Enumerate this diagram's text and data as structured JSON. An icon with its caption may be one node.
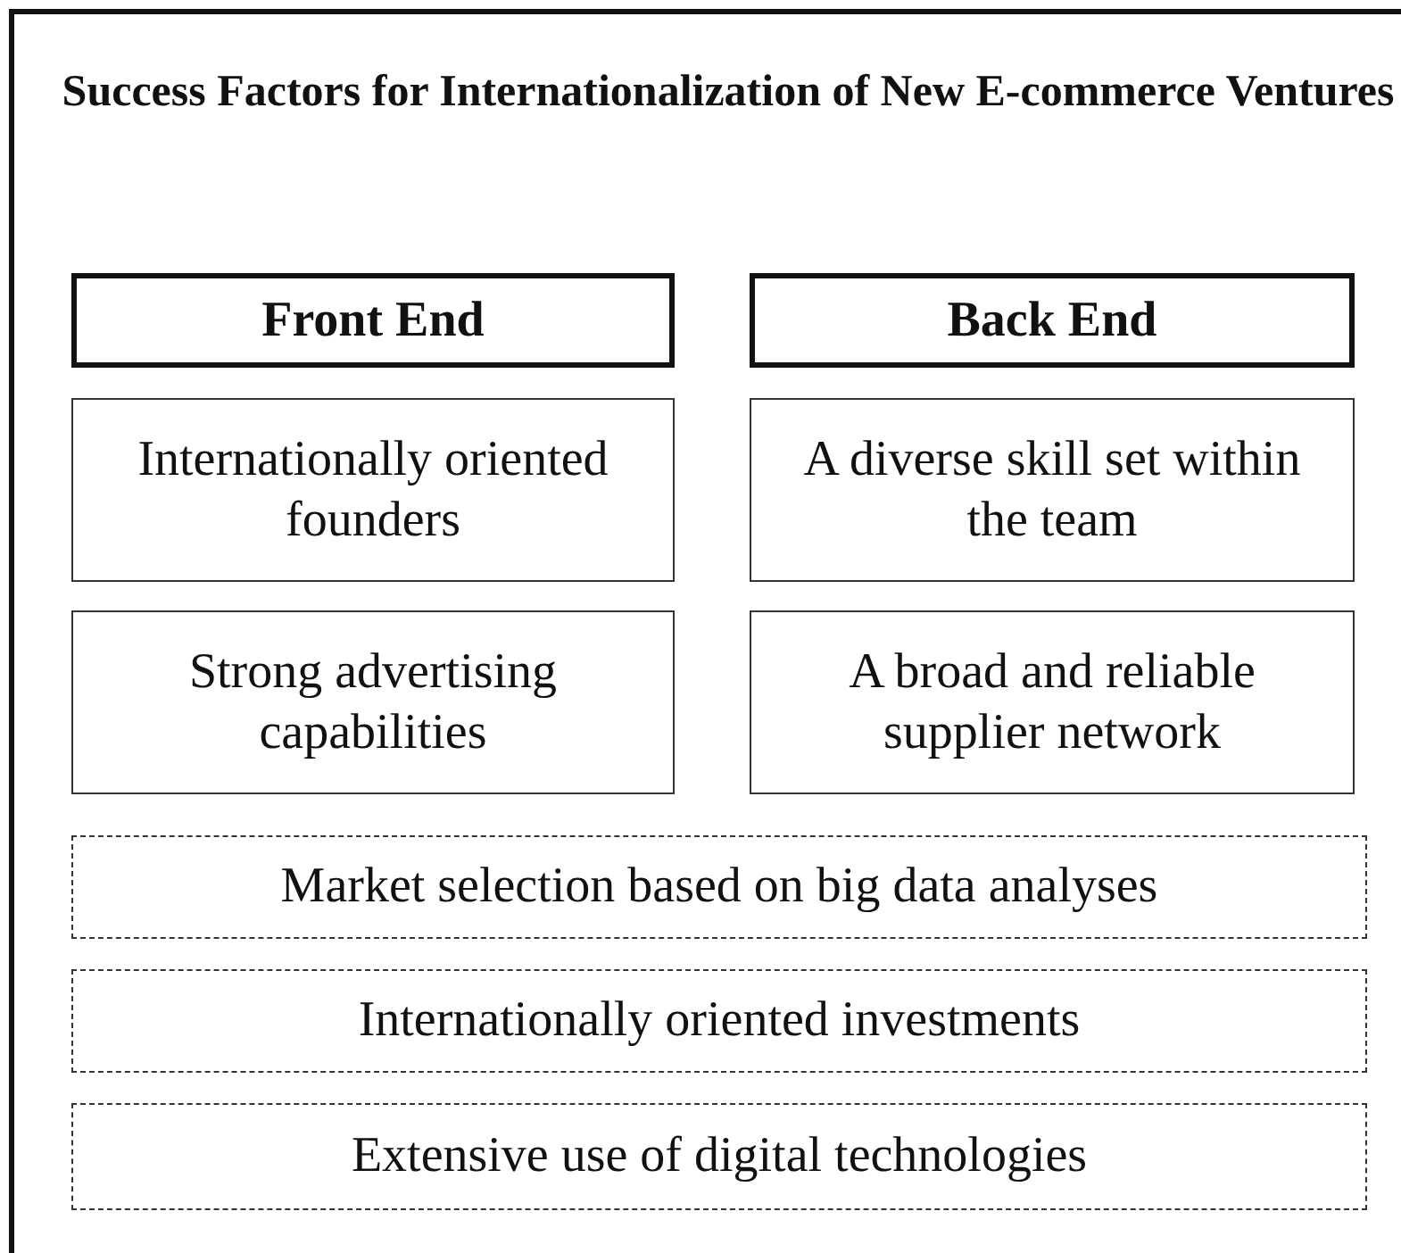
{
  "diagram": {
    "nodes": [
      {
        "text": [
          "Success Factors for Internationalization of New E-commerce Ventures"
        ]
      },
      {
        "text": [
          "Front End"
        ],
        "in": 0
      },
      {
        "text": [
          "Back End"
        ],
        "in": 0
      },
      {
        "text": [
          "Internationally oriented founders"
        ],
        "in": 0
      },
      {
        "text": [
          "A diverse skill set within the team"
        ],
        "in": 0
      },
      {
        "text": [
          "Strong advertising capabilities"
        ],
        "in": 0
      },
      {
        "text": [
          "A broad and reliable supplier network"
        ],
        "in": 0
      },
      {
        "text": [
          "Market selection based on big data analyses"
        ],
        "in": 0
      },
      {
        "text": [
          "Internationally oriented investments"
        ],
        "in": 0
      },
      {
        "text": [
          "Extensive use of digital technologies"
        ],
        "in": 0
      }
    ]
  }
}
